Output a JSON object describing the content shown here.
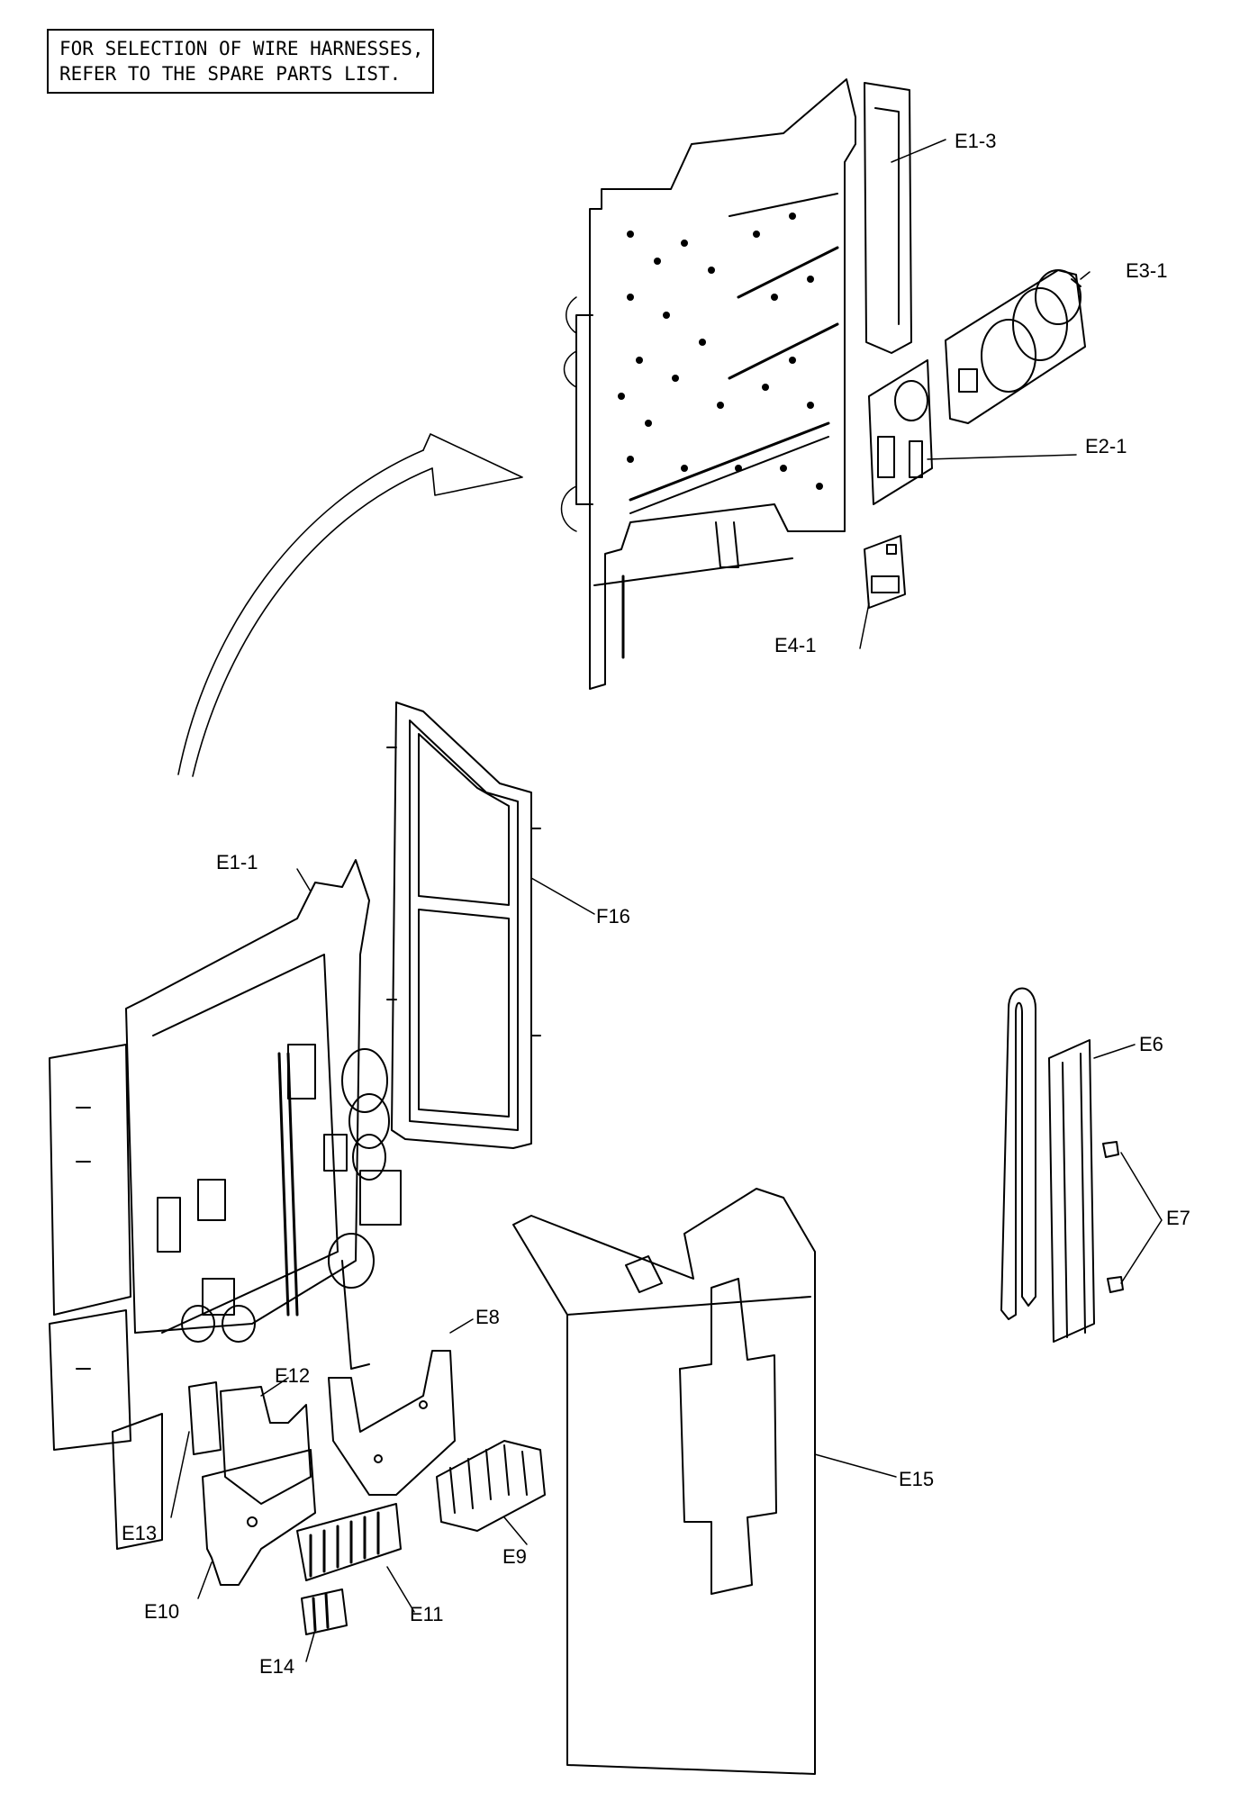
{
  "note": {
    "line1": "FOR SELECTION OF WIRE HARNESSES,",
    "line2": "REFER TO THE SPARE PARTS LIST."
  },
  "callouts": {
    "e1_3": "E1-3",
    "e3_1": "E3-1",
    "e2_1": "E2-1",
    "e4_1": "E4-1",
    "e1_1": "E1-1",
    "f16": "F16",
    "e6": "E6",
    "e7": "E7",
    "e8": "E8",
    "e12": "E12",
    "e13": "E13",
    "e10": "E10",
    "e11": "E11",
    "e9": "E9",
    "e14": "E14",
    "e15": "E15"
  }
}
